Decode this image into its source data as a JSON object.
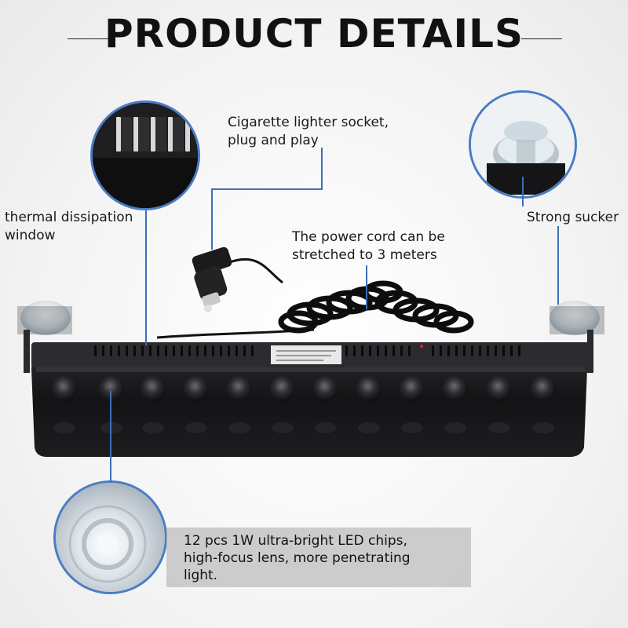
{
  "header": {
    "title": "PRODUCT DETAILS"
  },
  "labels": {
    "thermal": [
      "thermal dissipation",
      "window"
    ],
    "cigarette": [
      "Cigarette lighter socket,",
      "plug and play"
    ],
    "cord": [
      "The power cord can be",
      "stretched to 3 meters"
    ],
    "sucker": [
      "Strong sucker"
    ],
    "led": [
      "12 pcs 1W ultra-bright LED chips,",
      "high-focus lens, more penetrating",
      "light."
    ]
  },
  "product": {
    "led_count": 12
  },
  "colors": {
    "accent_line": "#3d6fb8",
    "body": "#1c1c1e"
  }
}
